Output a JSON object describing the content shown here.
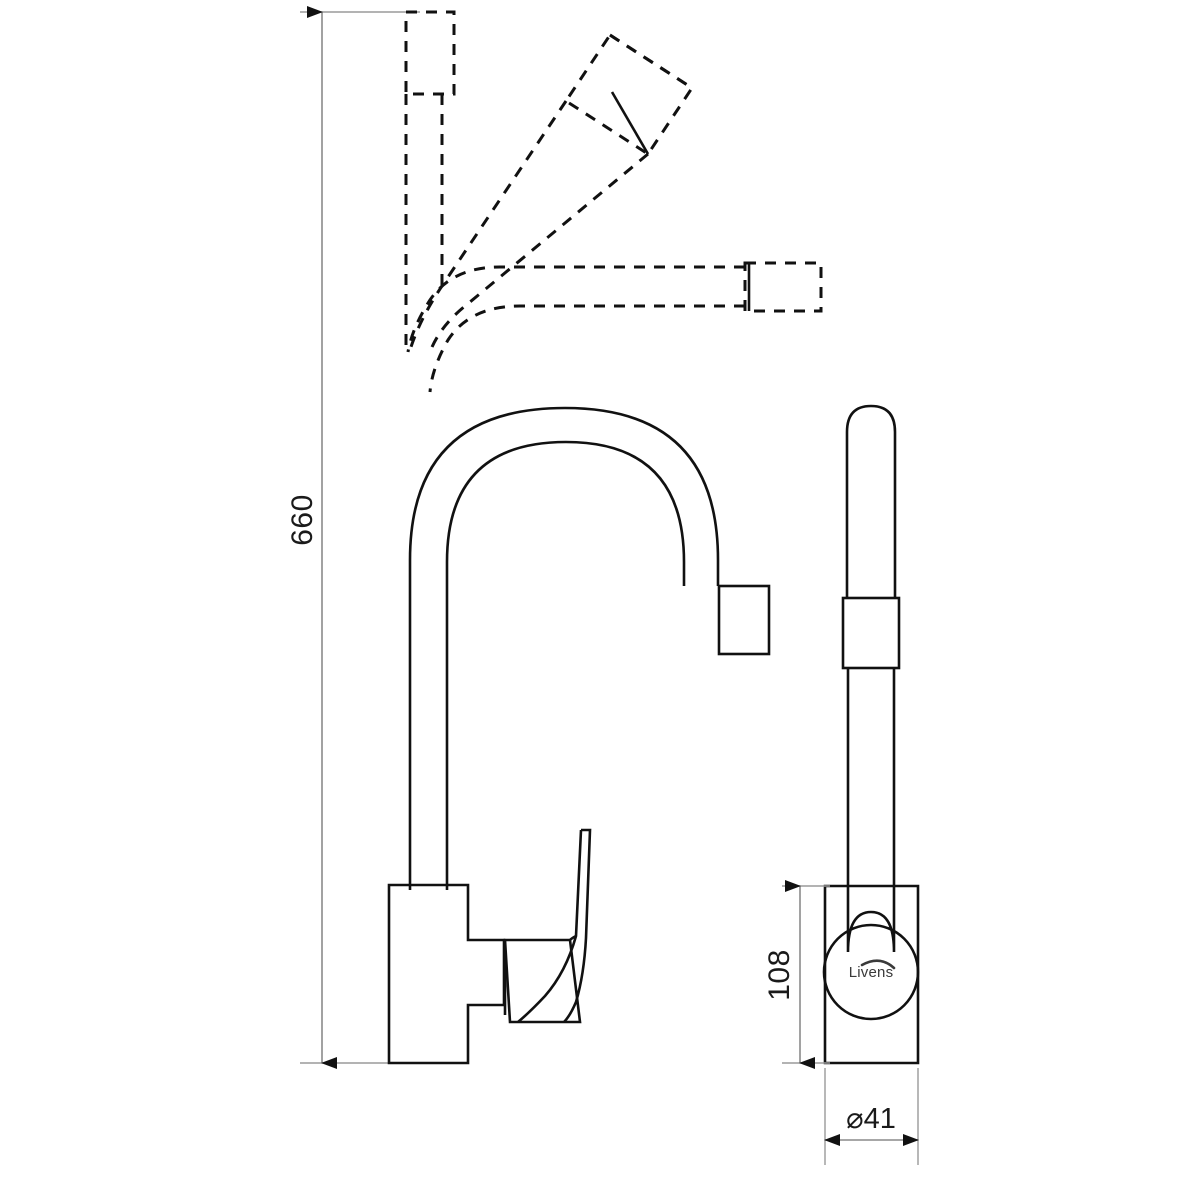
{
  "drawing": {
    "title": "Kitchen Faucet Technical Drawing",
    "type": "engineering-line-drawing",
    "line_color": "#1a1a1a",
    "dim_line_color": "#8a8a8a",
    "background": "#ffffff"
  },
  "dimensions": {
    "overall_height": {
      "label": "660",
      "unit": "mm",
      "orientation": "vertical",
      "position": "left"
    },
    "base_height": {
      "label": "108",
      "unit": "mm",
      "orientation": "vertical",
      "position": "right-side-view"
    },
    "base_diameter": {
      "label": "⌀41",
      "symbol": "⌀",
      "value": "41",
      "unit": "mm",
      "orientation": "horizontal",
      "position": "bottom-side-view"
    }
  },
  "branding": {
    "logo_text": "Livens",
    "logo_location": "base-disc-side-view"
  },
  "views": {
    "front": {
      "name": "front-elevation",
      "components": [
        "pull-out-spray-vertical-dashed",
        "pull-out-spray-diagonal-dashed",
        "pull-out-spray-horizontal-dashed",
        "gooseneck-spout",
        "aerator-outlet",
        "riser-column",
        "valve-body",
        "lever-handle"
      ]
    },
    "side": {
      "name": "side-elevation",
      "components": [
        "rounded-top-column",
        "collar-band",
        "lower-column",
        "base-housing",
        "logo-disc"
      ]
    }
  }
}
